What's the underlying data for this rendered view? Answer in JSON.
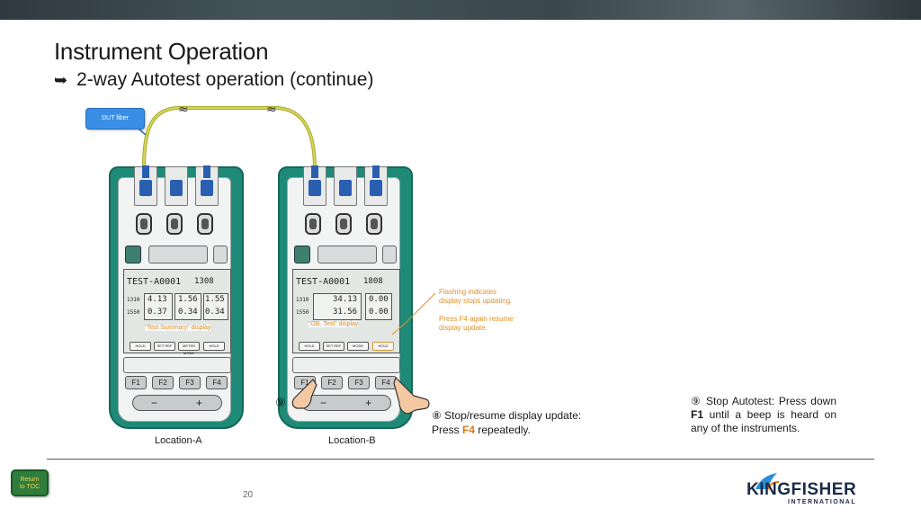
{
  "header": {
    "title": "Instrument Operation",
    "subtitle": "2-way Autotest operation (continue)",
    "subtitle_arrow": "arrow-right-icon"
  },
  "callout": {
    "label": "DUT fiber"
  },
  "device_a": {
    "location": "Location-A",
    "lcd": {
      "name": "TEST-A0001",
      "value_main": "1308",
      "row1_a": "4.13",
      "row1_b": "1.56",
      "row1_c": "1.55",
      "row2_a": "0.37",
      "row2_b": "0.34",
      "row2_c": "0.34",
      "row1_label": "1310",
      "row2_label": "1550",
      "softkeys": [
        "HOLD",
        "SET REF",
        "METER MODE",
        "HOLD"
      ]
    },
    "inline_label": "\"Test Summary\" display",
    "fkeys": [
      "F1",
      "F2",
      "F3",
      "F4"
    ],
    "minus": "−",
    "plus": "+"
  },
  "device_b": {
    "location": "Location-B",
    "lcd": {
      "name": "TEST-A0001",
      "value_main": "1808",
      "row1_a": "34.13",
      "row1_b": "0.00",
      "row2_a": "31.56",
      "row2_b": "0.00",
      "row1_label": "1310",
      "row2_label": "1550",
      "softkeys": [
        "HOLD",
        "SET REF",
        "MODE",
        "HOLD"
      ]
    },
    "inline_label": "\"OB. Test\" display",
    "fkeys": [
      "F1",
      "F2",
      "F3",
      "F4"
    ],
    "minus": "−",
    "plus": "+"
  },
  "notes": {
    "flashing": "Flashing indicates display stops updating.",
    "press_f4": "Press F4 again resume display update."
  },
  "step8": {
    "marker": "⑧",
    "heading": "Stop/resume display update:",
    "text_pre": "Press ",
    "key": "F4",
    "text_post": " repeatedly."
  },
  "step9": {
    "marker": "⑨",
    "heading": "Stop Autotest:",
    "text_pre": " Press down ",
    "key": "F1",
    "text_post": " until a beep is heard on any of the instruments."
  },
  "step9_hand_marker": "⑨",
  "footer": {
    "return_label_1": "Return",
    "return_label_2": "to TOC",
    "page_number": "20",
    "logo_main": "KINGFISHER",
    "logo_sub": "INTERNATIONAL"
  },
  "colors": {
    "device_green": "#1f8a78",
    "accent_orange": "#e0902a",
    "callout_blue": "#3a8ee6",
    "return_green": "#2f7d3c"
  }
}
